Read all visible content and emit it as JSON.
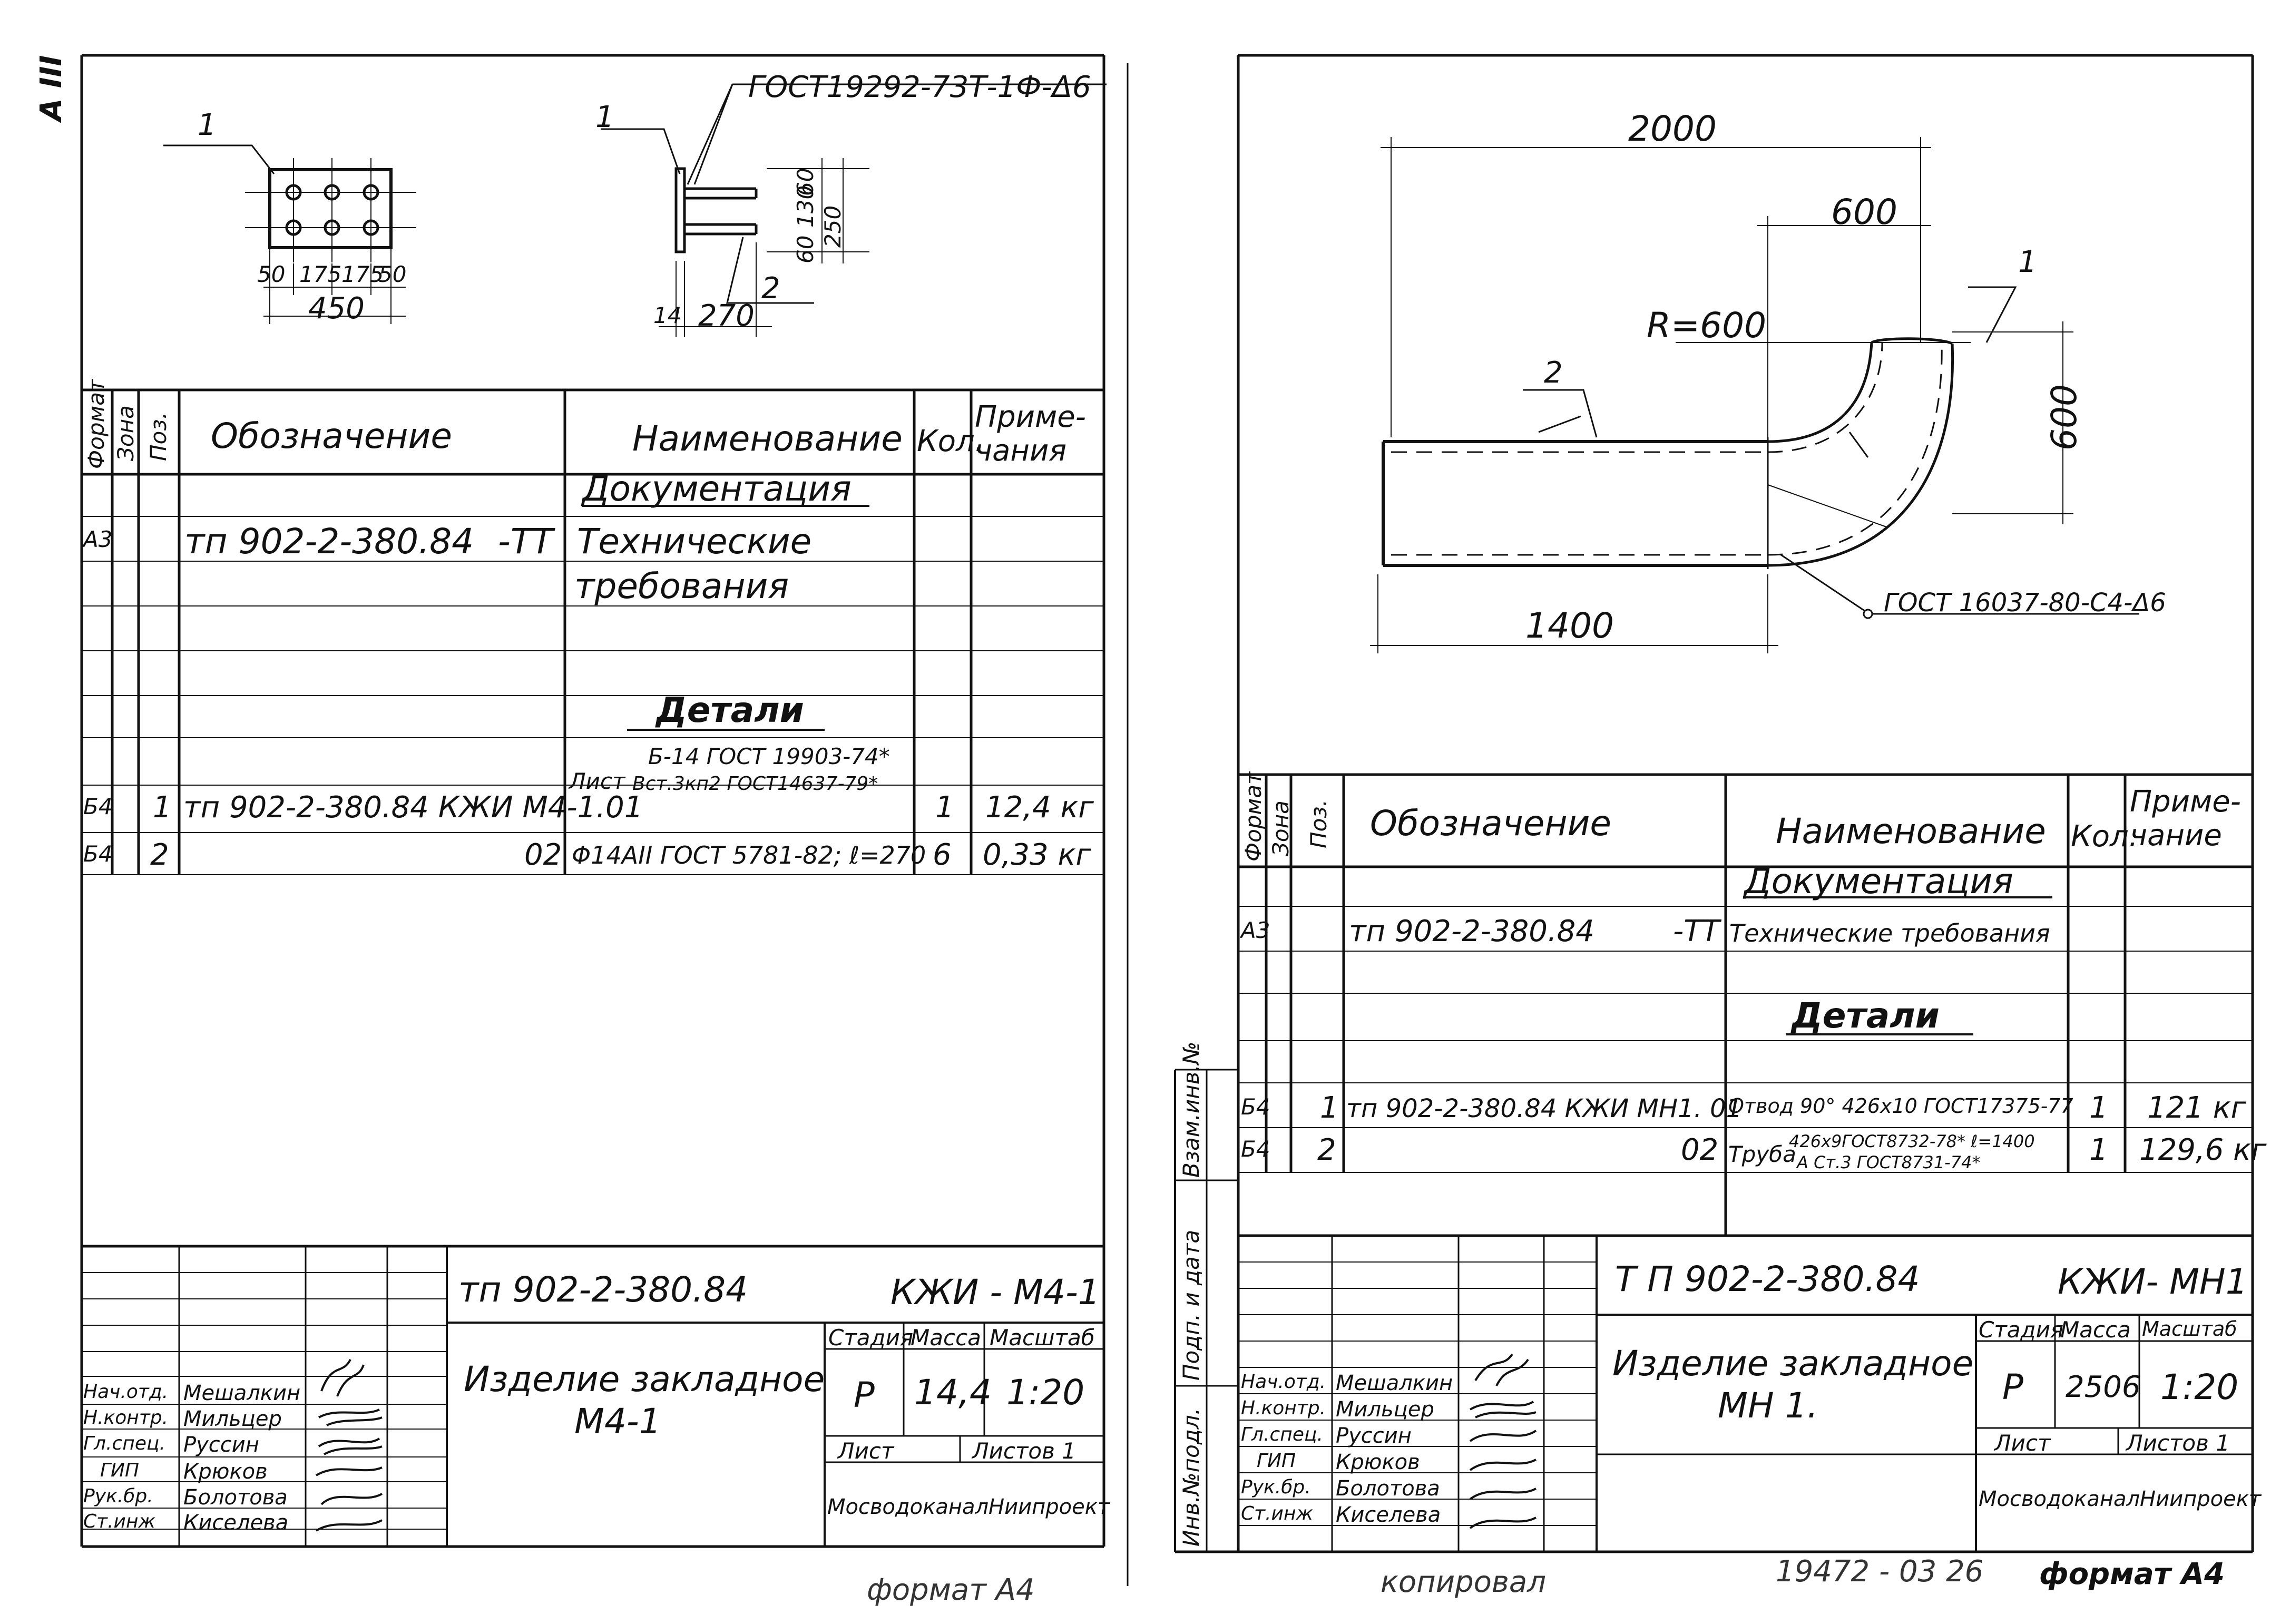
{
  "left_sheet": {
    "corner_mark": "A III",
    "std_callout": "ГОСТ19292-73Т-1Ф-Δ6",
    "plate_pos": "1",
    "side_pos1": "1",
    "side_pos2": "2",
    "dims": {
      "d50a": "50",
      "d175a": "175",
      "d175b": "175",
      "d50b": "50",
      "d450": "450",
      "d14": "14",
      "d270": "270",
      "d60a": "60",
      "d130": "130",
      "d60b": "60",
      "d250": "250"
    },
    "table_headers": {
      "format": "Формат",
      "zone": "Зона",
      "pos": "Поз.",
      "designation": "Обозначение",
      "name": "Наименование",
      "qty": "Кол.",
      "note": "Приме-чания"
    },
    "doc_section": "Документация",
    "row_a3": {
      "format": "А3",
      "designation": "тп 902-2-380.84",
      "suffix": "-ТТ",
      "name1": "Технические",
      "name2": "требования"
    },
    "details_section": "Детали",
    "row1": {
      "format": "Б4",
      "pos": "1",
      "designation": "тп 902-2-380.84 КЖИ М4-1.01",
      "name_sheet": "Лист",
      "name_a": "Б-14 ГОСТ 19903-74*",
      "name_b": "Вст.3кп2 ГОСТ14637-79*",
      "qty": "1",
      "note": "12,4 кг"
    },
    "row2": {
      "format": "Б4",
      "pos": "2",
      "designation": "02",
      "name": "Φ14АII ГОСТ 5781-82; ℓ=270",
      "qty": "6",
      "note": "0,33 кг"
    },
    "title_block": {
      "code": "тп 902-2-380.84",
      "mark": "КЖИ - М4-1",
      "title1": "Изделие закладное",
      "title2": "М4-1",
      "stage_h": "Стадия",
      "mass_h": "Масса",
      "scale_h": "Масштаб",
      "stage": "Р",
      "mass": "14,4",
      "scale": "1:20",
      "sheet": "Лист",
      "sheets": "Листов 1",
      "org": "МосводоканалНиипроект",
      "roles": [
        "Нач.отд.",
        "Н.контр.",
        "Гл.спец.",
        "ГИП",
        "Рук.бр.",
        "Ст.инж"
      ],
      "people": [
        "Мешалкин",
        "Мильцер",
        "Руссин",
        "Крюков",
        "Болотова",
        "Киселева"
      ]
    },
    "format_note": "формат А4"
  },
  "right_sheet": {
    "dims": {
      "d2000": "2000",
      "d600top": "600",
      "radius": "R=600",
      "d600side": "600",
      "d1400": "1400"
    },
    "pos1": "1",
    "pos2": "2",
    "std_callout": "ГОСТ 16037-80-С4-Δ6",
    "side_stamp": {
      "inv": "Инв.№подл.",
      "sign": "Подп. и дата",
      "vzam": "Взам.инв.№"
    },
    "table_headers": {
      "format": "Формат",
      "zone": "Зона",
      "pos": "Поз.",
      "designation": "Обозначение",
      "name": "Наименование",
      "qty": "Кол.",
      "note": "Приме-чание"
    },
    "doc_section": "Документация",
    "row_a3": {
      "format": "А3",
      "designation": "тп 902-2-380.84",
      "suffix": "-ТТ",
      "name": "Технические требования"
    },
    "details_section": "Детали",
    "row1": {
      "format": "Б4",
      "pos": "1",
      "designation": "тп 902-2-380.84 КЖИ МН1. 01",
      "name": "Отвод 90° 426х10 ГОСТ17375-77",
      "qty": "1",
      "note": "121 кг"
    },
    "row2": {
      "format": "Б4",
      "pos": "2",
      "designation": "02",
      "name_a": "Труба",
      "name_b": "426х9ГОСТ8732-78* ℓ=1400",
      "name_c": "А Ст.3 ГОСТ8731-74*",
      "qty": "1",
      "note": "129,6 кг"
    },
    "title_block": {
      "code": "Т П 902-2-380.84",
      "mark": "КЖИ- МН1",
      "title1": "Изделие закладное",
      "title2": "МН 1.",
      "stage_h": "Стадия",
      "mass_h": "Масса",
      "scale_h": "Масштаб",
      "stage": "Р",
      "mass": "2506",
      "scale": "1:20",
      "sheet": "Лист",
      "sheets": "Листов 1",
      "org": "МосводоканалНиипроект",
      "roles": [
        "Нач.отд.",
        "Н.контр.",
        "Гл.спец.",
        "ГИП",
        "Рук.бр.",
        "Ст.инж"
      ],
      "people": [
        "Мешалкин",
        "Мильцер",
        "Руссин",
        "Крюков",
        "Болотова",
        "Киселева"
      ]
    },
    "copied": "копировал",
    "number": "19472 - 03 26",
    "format_note": "формат А4"
  }
}
